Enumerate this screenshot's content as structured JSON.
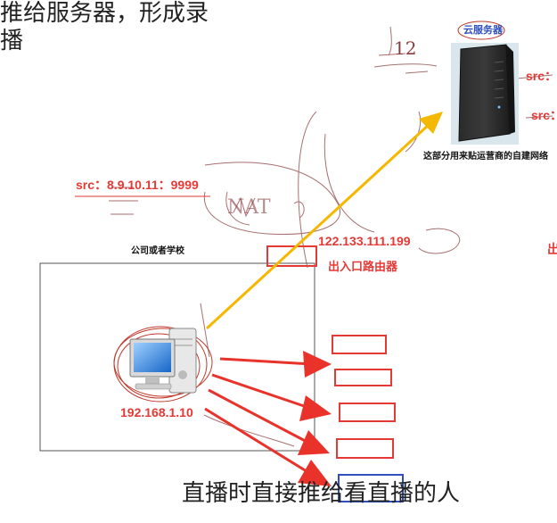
{
  "cloud_server": {
    "label": "云服务器",
    "caption": "这部分用来贴运营商的自建网络",
    "src_labels": [
      "src：",
      "src："
    ],
    "handwriting": "12"
  },
  "campus": {
    "title": "公司或者学校",
    "src_address": "src：8.9.10.11：9999",
    "pc_ip": "192.168.1.10",
    "router_ip": "122.133.111.199",
    "router_caption": "出入口路由器",
    "nat_scribble": "NAT"
  },
  "annotations": {
    "push_to_server": "推给服务器，形成录播",
    "direct_push": "直播时直接推给看直播的人",
    "right_edge": "出"
  },
  "colors": {
    "arrow_yellow": "#f5b800",
    "arrow_red": "#e8322a",
    "label_red": "#e53935",
    "box_blue": "#2f4fbf",
    "scribble": "#8a3a3a"
  },
  "icons": [
    "server-tower-icon",
    "desktop-pc-icon",
    "router-box-icon"
  ]
}
